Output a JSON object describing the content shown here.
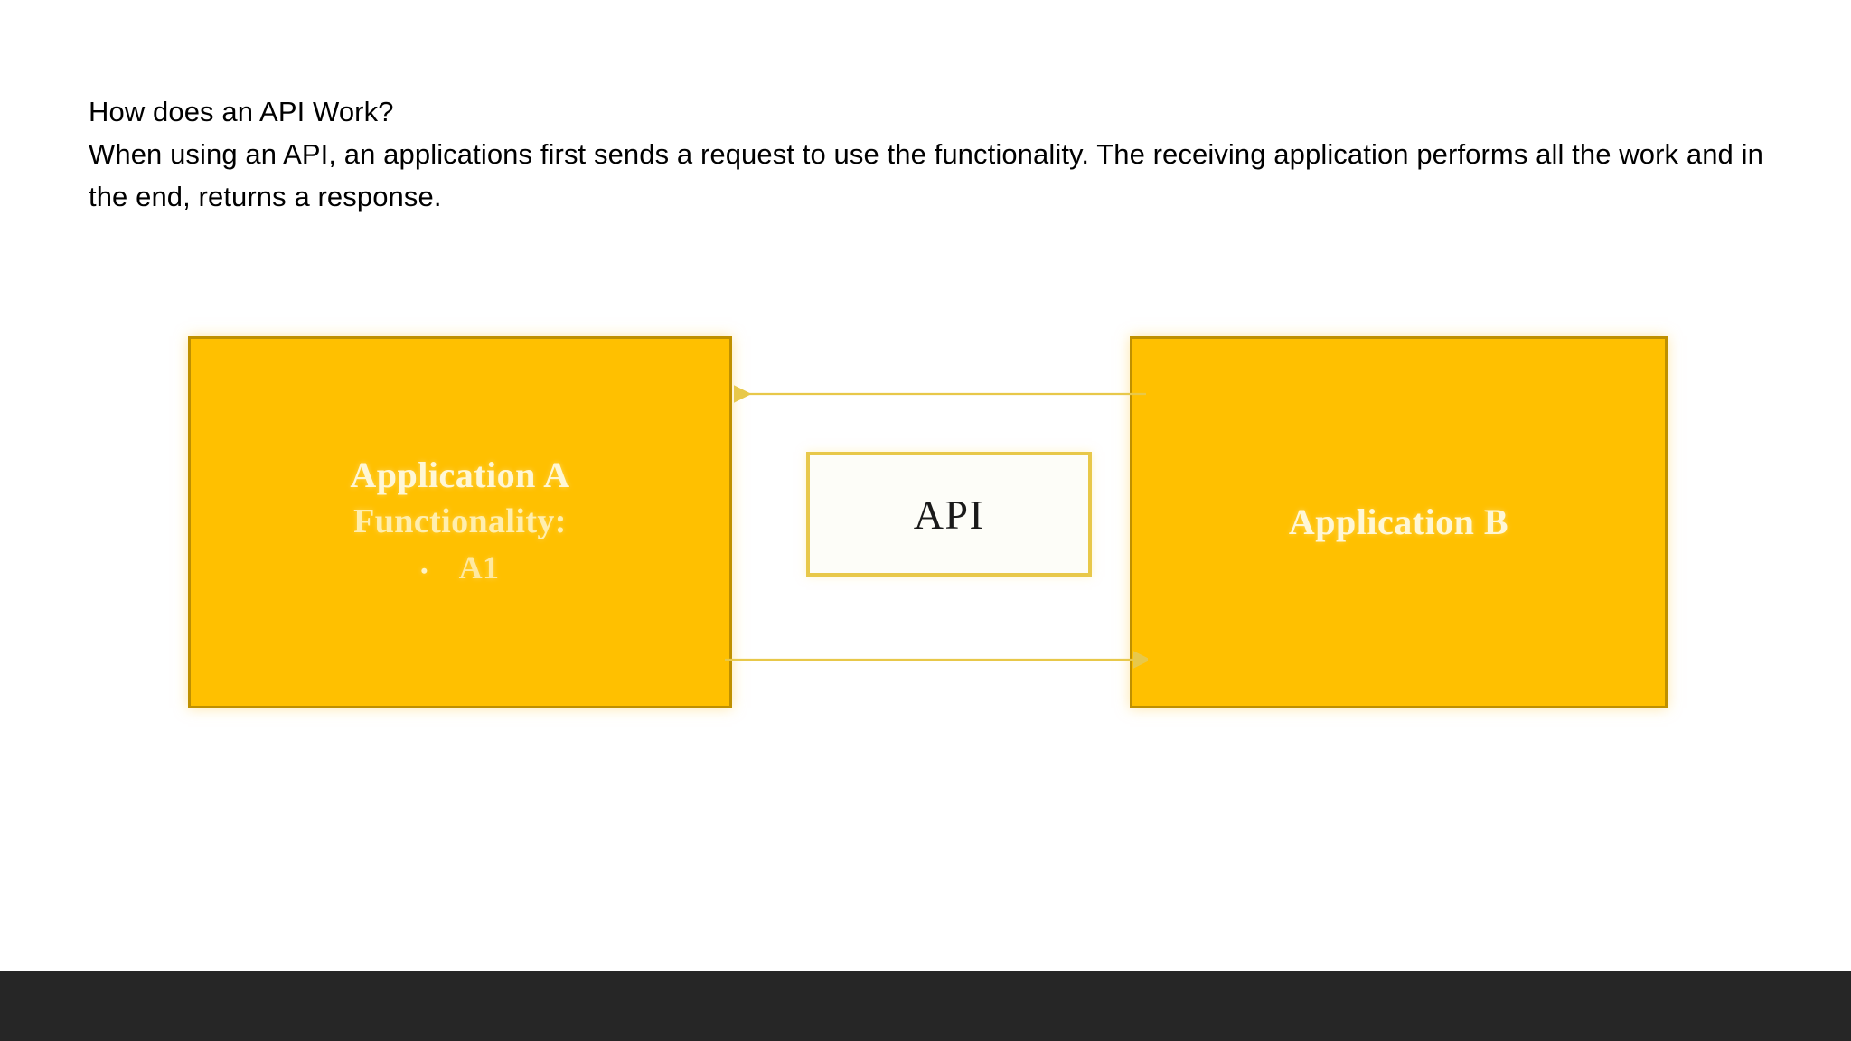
{
  "slide": {
    "background_color": "#ffffff",
    "heading": "How does an API Work?",
    "paragraph": "When using an API, an applications first sends a request to use the functionality. The receiving application performs all the work and in the end, returns a response."
  },
  "diagram": {
    "accent_color": "#ffc000",
    "border_color": "#bf9000",
    "arrow_color": "#e8c84a",
    "application_a": {
      "title": "Application A",
      "subtitle": "Functionality:",
      "bullets": [
        "A1"
      ]
    },
    "api": {
      "label": "API",
      "fill_color": "#fdfdf8",
      "border_color": "#e8c84a",
      "text_color": "#1a1a1a"
    },
    "application_b": {
      "title": "Application B"
    },
    "arrows": [
      {
        "name": "response-arrow",
        "direction": "left",
        "from": "Application B",
        "to": "Application A",
        "meaning": "response"
      },
      {
        "name": "request-arrow",
        "direction": "right",
        "from": "Application A",
        "to": "Application B",
        "meaning": "request"
      }
    ]
  },
  "footer": {
    "color": "#262626"
  }
}
